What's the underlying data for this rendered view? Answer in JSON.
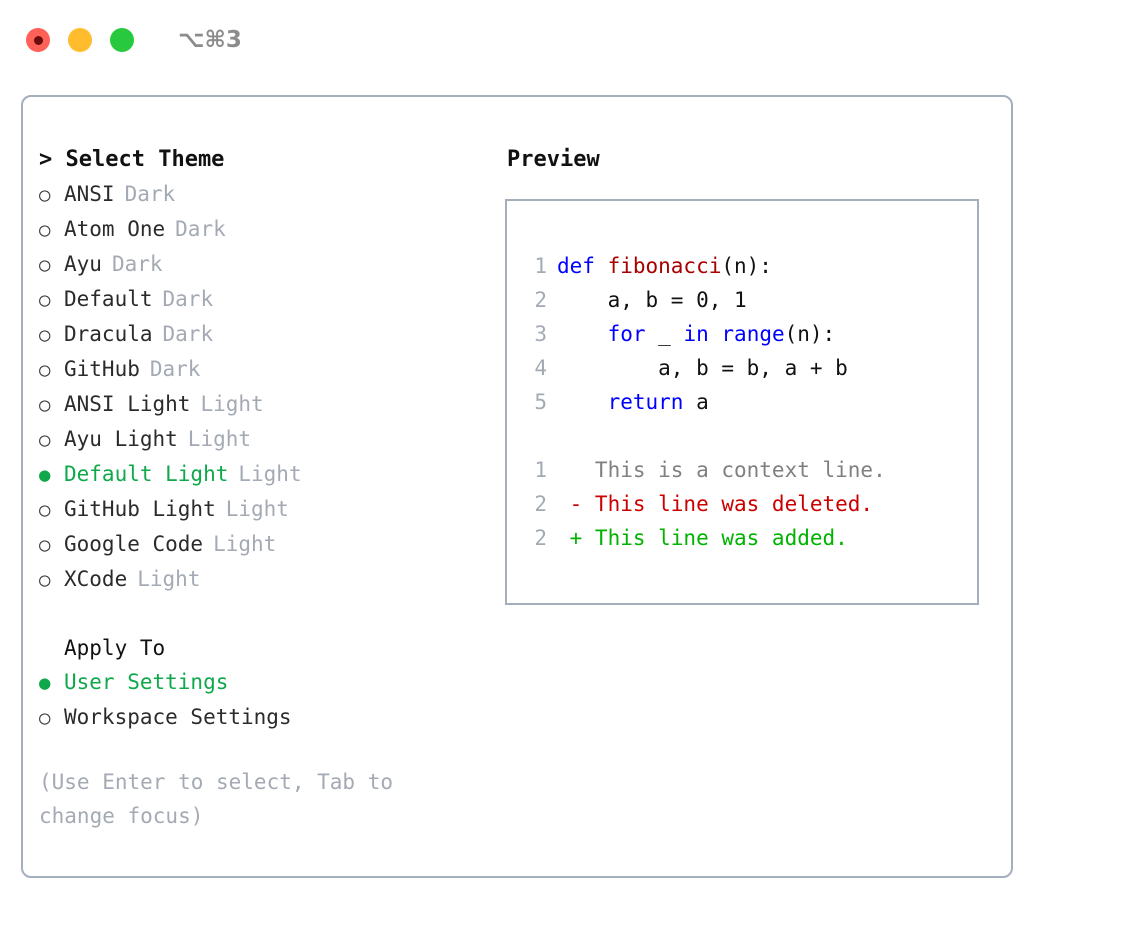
{
  "titlebar": {
    "lights": [
      {
        "name": "close",
        "color": "#ff6058"
      },
      {
        "name": "minimize",
        "color": "#ffbd2e"
      },
      {
        "name": "zoom",
        "color": "#28c93f"
      }
    ],
    "shortcut": "⌥⌘3"
  },
  "theme_picker": {
    "header": "> Select Theme",
    "selected_bullet": "●",
    "unselected_bullet": "○",
    "options": [
      {
        "label": "ANSI",
        "tag": "Dark",
        "selected": false
      },
      {
        "label": "Atom One",
        "tag": "Dark",
        "selected": false
      },
      {
        "label": "Ayu",
        "tag": "Dark",
        "selected": false
      },
      {
        "label": "Default",
        "tag": "Dark",
        "selected": false
      },
      {
        "label": "Dracula",
        "tag": "Dark",
        "selected": false
      },
      {
        "label": "GitHub",
        "tag": "Dark",
        "selected": false
      },
      {
        "label": "ANSI Light",
        "tag": "Light",
        "selected": false
      },
      {
        "label": "Ayu Light",
        "tag": "Light",
        "selected": false
      },
      {
        "label": "Default Light",
        "tag": "Light",
        "selected": true
      },
      {
        "label": "GitHub Light",
        "tag": "Light",
        "selected": false
      },
      {
        "label": "Google Code",
        "tag": "Light",
        "selected": false
      },
      {
        "label": "XCode",
        "tag": "Light",
        "selected": false
      }
    ]
  },
  "apply_to": {
    "header": "Apply To",
    "options": [
      {
        "label": "User Settings",
        "selected": true
      },
      {
        "label": "Workspace Settings",
        "selected": false
      }
    ]
  },
  "hint": "(Use Enter to select, Tab to change focus)",
  "preview": {
    "title": "Preview",
    "code_lines": [
      {
        "no": "1",
        "tokens": [
          {
            "t": "def ",
            "c": "kw"
          },
          {
            "t": "fibonacci",
            "c": "fn"
          },
          {
            "t": "(n):",
            "c": "plain"
          }
        ]
      },
      {
        "no": "2",
        "tokens": [
          {
            "t": "    a, b = 0, 1",
            "c": "plain"
          }
        ]
      },
      {
        "no": "3",
        "tokens": [
          {
            "t": "    ",
            "c": "plain"
          },
          {
            "t": "for",
            "c": "kw"
          },
          {
            "t": " _ ",
            "c": "plain"
          },
          {
            "t": "in",
            "c": "kw"
          },
          {
            "t": " ",
            "c": "plain"
          },
          {
            "t": "range",
            "c": "kw"
          },
          {
            "t": "(n):",
            "c": "plain"
          }
        ]
      },
      {
        "no": "4",
        "tokens": [
          {
            "t": "        a, b = b, a + b",
            "c": "plain"
          }
        ]
      },
      {
        "no": "5",
        "tokens": [
          {
            "t": "    ",
            "c": "plain"
          },
          {
            "t": "return",
            "c": "kw"
          },
          {
            "t": " a",
            "c": "plain"
          }
        ]
      }
    ],
    "diff_lines": [
      {
        "no": "1",
        "tokens": [
          {
            "t": "   This is a context line.",
            "c": "ctx"
          }
        ]
      },
      {
        "no": "2",
        "tokens": [
          {
            "t": " - This line was deleted.",
            "c": "del"
          }
        ]
      },
      {
        "no": "2",
        "tokens": [
          {
            "t": " + This line was added.",
            "c": "add"
          }
        ]
      }
    ]
  },
  "colors": {
    "accent_green": "#0fa84a",
    "muted": "#a4aab4",
    "border": "#a5aebd",
    "keyword": "#0000ff",
    "function": "#a80000",
    "diff_delete": "#cc0000",
    "diff_add": "#00b300"
  }
}
